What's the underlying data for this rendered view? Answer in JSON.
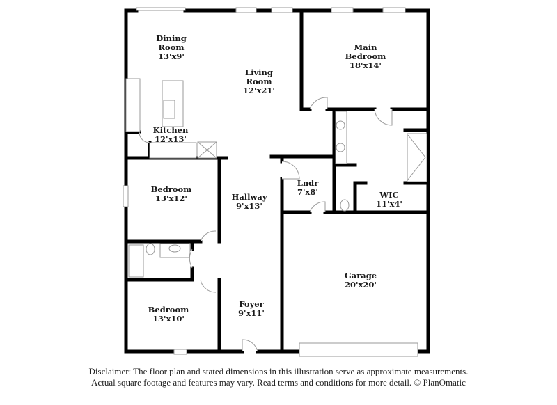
{
  "floorplan": {
    "rooms": [
      {
        "id": "dining-room",
        "name": "Dining Room",
        "line1": "Dining",
        "line2": "Room",
        "dims": "13'x9'"
      },
      {
        "id": "living-room",
        "name": "Living Room",
        "line1": "Living",
        "line2": "Room",
        "dims": "12'x21'"
      },
      {
        "id": "main-bedroom",
        "name": "Main Bedroom",
        "line1": "Main",
        "line2": "Bedroom",
        "dims": "18'x14'"
      },
      {
        "id": "kitchen",
        "name": "Kitchen",
        "line1": "Kitchen",
        "dims": "12'x13'"
      },
      {
        "id": "bedroom-1",
        "name": "Bedroom",
        "line1": "Bedroom",
        "dims": "13'x12'"
      },
      {
        "id": "hallway",
        "name": "Hallway",
        "line1": "Hallway",
        "dims": "9'x13'"
      },
      {
        "id": "laundry",
        "name": "Lndr",
        "line1": "Lndr",
        "dims": "7'x8'"
      },
      {
        "id": "wic",
        "name": "WIC",
        "line1": "WIC",
        "dims": "11'x4'"
      },
      {
        "id": "garage",
        "name": "Garage",
        "line1": "Garage",
        "dims": "20'x20'"
      },
      {
        "id": "bedroom-2",
        "name": "Bedroom",
        "line1": "Bedroom",
        "dims": "13'x10'"
      },
      {
        "id": "foyer",
        "name": "Foyer",
        "line1": "Foyer",
        "dims": "9'x11'"
      }
    ]
  },
  "disclaimer": {
    "line1": "Disclaimer: The floor plan and stated dimensions in this illustration serve as approximate measurements.",
    "line2": "Actual square footage and features may vary. Read terms and conditions for more detail. © PlanOmatic"
  },
  "colors": {
    "wall": "#000000",
    "fixture": "#9a9a9a",
    "text": "#1a1a1a"
  }
}
